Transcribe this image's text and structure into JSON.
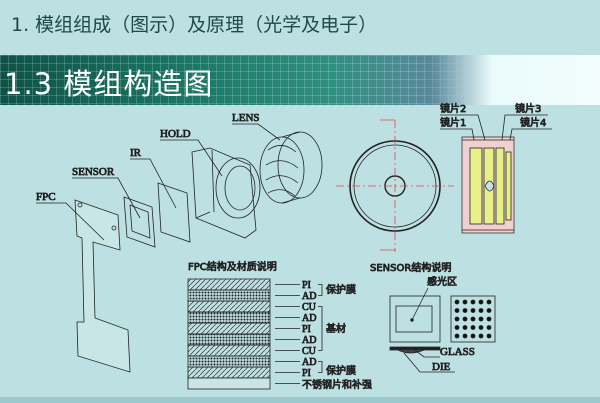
{
  "header": {
    "section": "1. 模组组成（图示）及原理（光学及电子）"
  },
  "banner": {
    "title": "1.3 模组构造图"
  },
  "exploded_view": {
    "labels": {
      "fpc": "FPC",
      "sensor": "SENSOR",
      "ir": "IR",
      "hold": "HOLD",
      "lens": "LENS"
    }
  },
  "lens_section": {
    "labels": {
      "lens1": "镜片1",
      "lens2": "镜片2",
      "lens3": "镜片3",
      "lens4": "镜片4"
    }
  },
  "fpc_structure": {
    "title": "FPC结构及材质说明",
    "layers": [
      "PI",
      "AD",
      "CU",
      "AD",
      "PI",
      "AD",
      "CU",
      "AD",
      "PI",
      "不锈钢片和补强"
    ],
    "groups": [
      "保护膜",
      "基材",
      "保护膜"
    ]
  },
  "sensor_structure": {
    "title": "SENSOR结构说明",
    "photosensitive_area": "感光区",
    "glass": "GLASS",
    "die": "DIE"
  },
  "colors": {
    "background": "#bde0e2",
    "banner": "#1a7563",
    "centerline": "#e04848",
    "lens_fill": "#e8f08a"
  }
}
